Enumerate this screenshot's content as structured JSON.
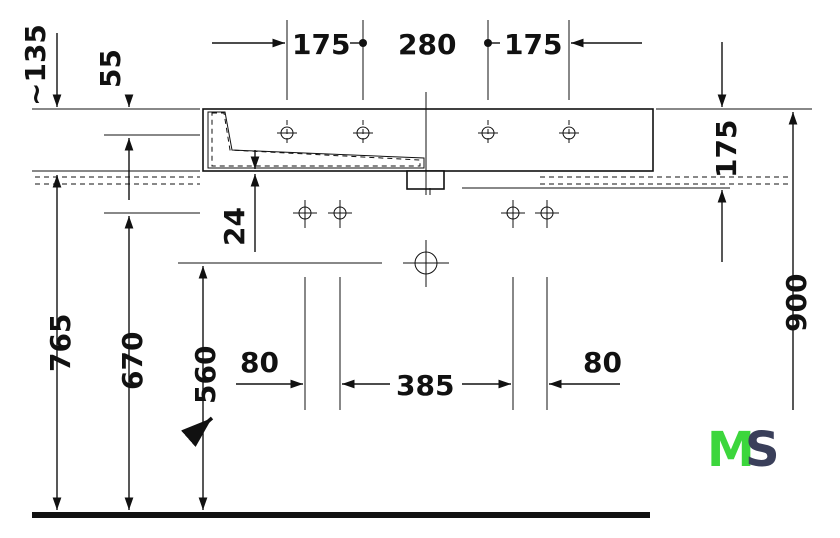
{
  "dimensions": {
    "top_left_135": "~135",
    "top_55": "55",
    "top_175_left": "175",
    "top_280": "280",
    "top_175_right": "175",
    "right_175": "175",
    "right_900": "900",
    "left_765": "765",
    "left_670": "670",
    "left_560": "560",
    "mid_24": "24",
    "bottom_80_left": "80",
    "bottom_385": "385",
    "bottom_80_right": "80"
  },
  "logo": {
    "letter_m": "M",
    "letter_s": "S"
  },
  "colors": {
    "ink": "#111111",
    "logo_green": "#3cd63c",
    "logo_navy": "#3a3f5a"
  }
}
